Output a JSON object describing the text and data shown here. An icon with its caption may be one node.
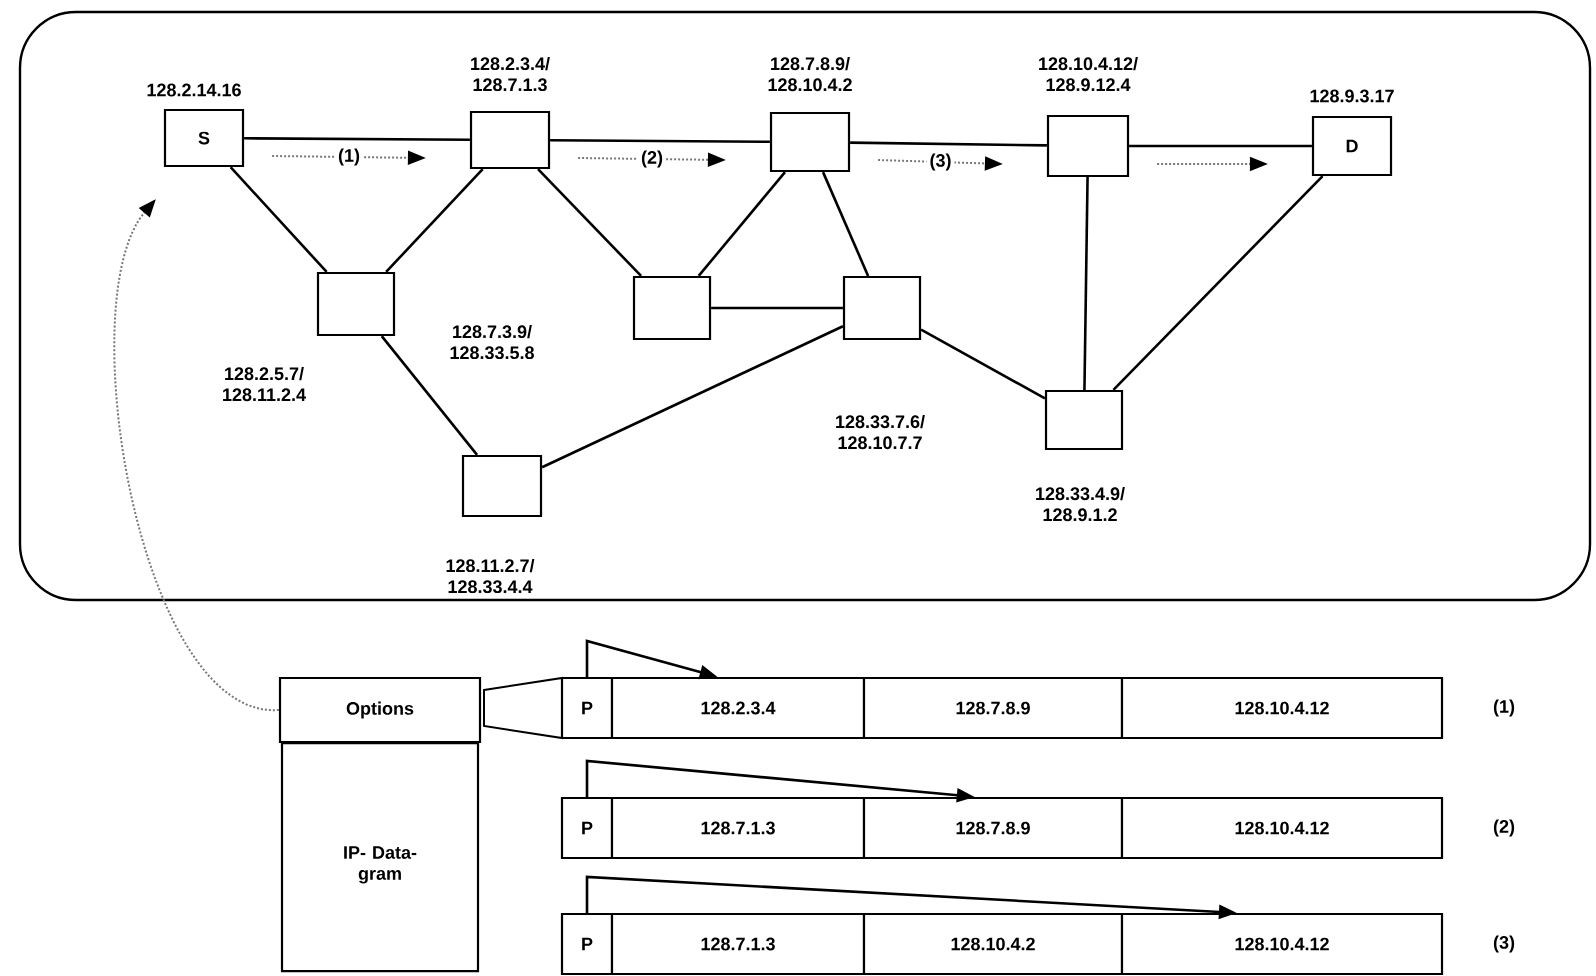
{
  "diagram": {
    "nodes": [
      {
        "text": [
          "S"
        ],
        "beside": [
          "128.2.14.16"
        ]
      },
      {
        "text": [],
        "shape": "box",
        "beside": [
          "128.2.3.4/ 128.7.1.3"
        ]
      },
      {
        "text": [],
        "shape": "box",
        "beside": [
          "128.7.8.9/ 128.10.4.2"
        ]
      },
      {
        "text": [],
        "shape": "box",
        "beside": [
          "128.10.4.12/ 128.9.12.4"
        ]
      },
      {
        "text": [
          "D"
        ],
        "beside": [
          "128.9.3.17"
        ]
      },
      {
        "text": [],
        "shape": "box",
        "beside": [
          "128.2.5.7/ 128.11.2.4",
          "128.7.3.9/ 128.33.5.8"
        ]
      },
      {
        "text": [],
        "shape": "box"
      },
      {
        "text": [],
        "shape": "box"
      },
      {
        "text": [],
        "shape": "box",
        "beside": [
          "128.33.4.9/ 128.9.1.2"
        ]
      },
      {
        "text": [],
        "shape": "box",
        "beside": [
          "128.11.2.7/ 128.33.4.4"
        ]
      },
      {
        "text": [
          "Options"
        ]
      },
      {
        "text": [
          "IP- Data- gram"
        ]
      },
      {
        "text": [
          "P"
        ]
      },
      {
        "text": [
          "128.2.3.4"
        ]
      },
      {
        "text": [
          "128.7.8.9"
        ]
      },
      {
        "text": [
          "128.10.4.12"
        ]
      },
      {
        "text": [
          "P"
        ]
      },
      {
        "text": [
          "128.7.1.3"
        ]
      },
      {
        "text": [
          "128.7.8.9"
        ]
      },
      {
        "text": [
          "128.10.4.12"
        ]
      },
      {
        "text": [
          "P"
        ]
      },
      {
        "text": [
          "128.7.1.3"
        ]
      },
      {
        "text": [
          "128.10.4.2"
        ]
      },
      {
        "text": [
          "128.10.4.12"
        ]
      }
    ],
    "edges": [
      {
        "from": 0,
        "to": 1,
        "arrow": "none"
      },
      {
        "from": 1,
        "to": 2,
        "arrow": "none"
      },
      {
        "from": 2,
        "to": 3,
        "arrow": "none"
      },
      {
        "from": 3,
        "to": 4,
        "arrow": "none"
      },
      {
        "from": 0,
        "to": 5,
        "arrow": "none"
      },
      {
        "from": 5,
        "to": 1,
        "arrow": "none"
      },
      {
        "from": 1,
        "to": 6,
        "arrow": "none"
      },
      {
        "from": 6,
        "to": 2,
        "arrow": "none"
      },
      {
        "from": 6,
        "to": 7,
        "arrow": "none"
      },
      {
        "from": 2,
        "to": 7,
        "arrow": "none"
      },
      {
        "from": 5,
        "to": 9,
        "arrow": "none"
      },
      {
        "from": 9,
        "to": 7,
        "arrow": "none"
      },
      {
        "from": 7,
        "to": 8,
        "arrow": "none"
      },
      {
        "from": 3,
        "to": 8,
        "arrow": "none"
      },
      {
        "from": 4,
        "to": 8,
        "arrow": "none"
      },
      {
        "from": 0,
        "to": 1,
        "arrow": "to",
        "label": "(1)",
        "style": "dashed",
        "color": "#777777"
      },
      {
        "from": 1,
        "to": 2,
        "arrow": "to",
        "label": "(2)",
        "style": "dashed",
        "color": "#777777"
      },
      {
        "from": 2,
        "to": 3,
        "arrow": "to",
        "label": "(3)",
        "style": "dashed",
        "color": "#777777"
      },
      {
        "from": 3,
        "to": 4,
        "arrow": "to",
        "style": "dashed",
        "color": "#777777"
      },
      {
        "from": 10,
        "to": 0,
        "arrow": "to",
        "style": "dashed",
        "color": "#777777"
      },
      {
        "from": 12,
        "to": 13,
        "arrow": "to"
      },
      {
        "from": 16,
        "to": 18,
        "arrow": "to"
      },
      {
        "from": 20,
        "to": 23,
        "arrow": "to"
      }
    ],
    "labels": [
      "128.33.7.6/ 128.10.7.7",
      "(1)",
      "(2)",
      "(3)"
    ]
  }
}
